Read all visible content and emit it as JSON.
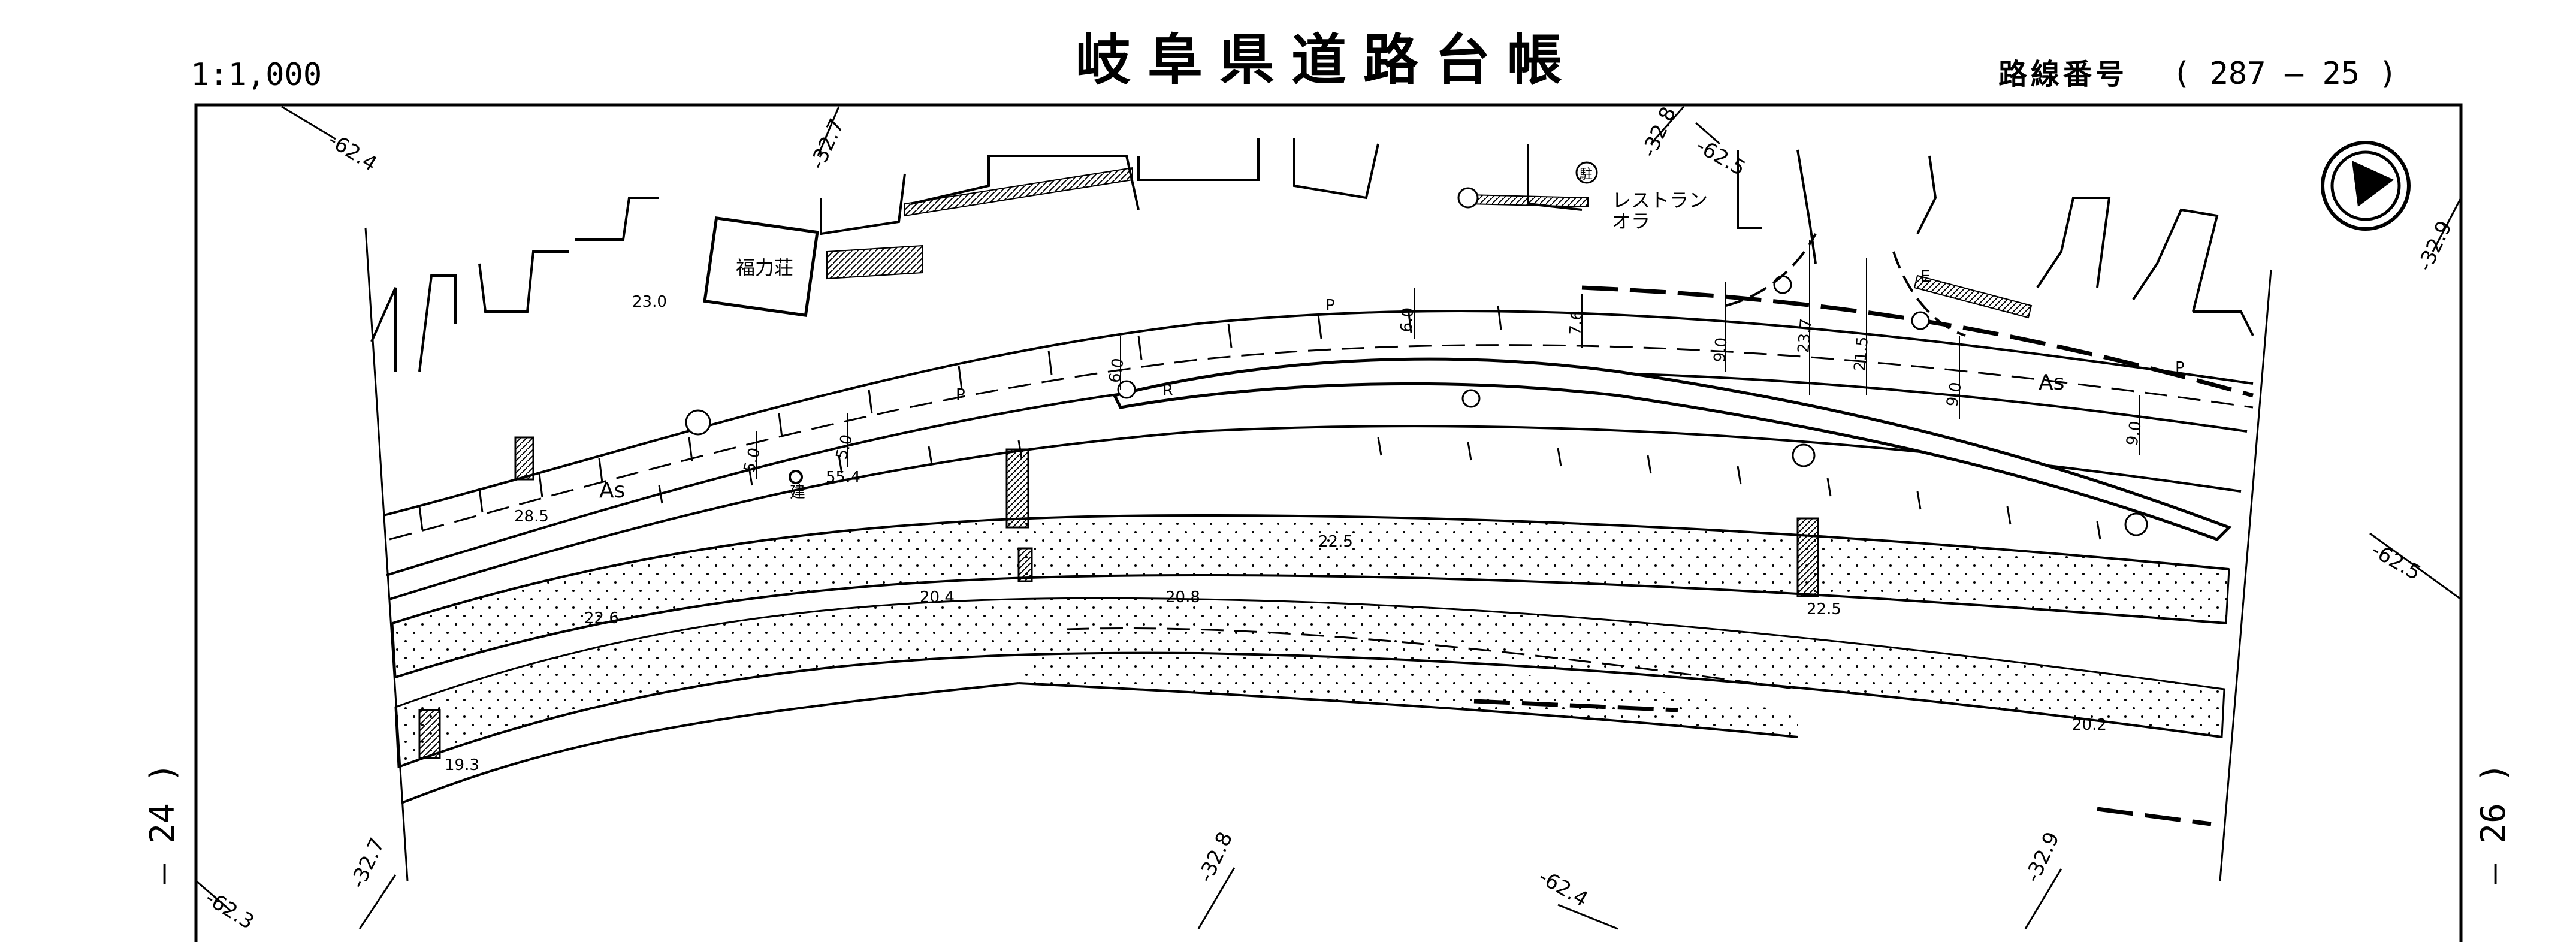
{
  "header": {
    "scale": "1:1,000",
    "title": "岐阜県道路台帳",
    "route_label": "路線番号",
    "route_value": "( 287 — 25 )"
  },
  "edges": {
    "left_neighbor": "— 24 )",
    "right_neighbor": "— 26 )"
  },
  "grid_labels": {
    "g1": "-62.4",
    "g2": "-32.7",
    "g3": "-32.8",
    "g4": "-62.5",
    "g5": "-32.9",
    "g6": "-62.5",
    "g7": "-62.3",
    "g8": "-32.7",
    "g9": "-32.8",
    "g10": "-62.4",
    "g11": "-32.9"
  },
  "buildings": {
    "fukuriki": "福力荘",
    "restaurant_line1": "レストラン",
    "restaurant_line2": "オラ",
    "parking_mark": "駐"
  },
  "road": {
    "as_left": "As",
    "as_right": "As",
    "p1": "P",
    "p2": "P",
    "p3": "P",
    "r": "R",
    "e": "E",
    "ken": "建"
  },
  "elevations": {
    "e230": "23.0",
    "e285": "28.5",
    "e554": "55.4",
    "e226": "22.6",
    "e204": "20.4",
    "e208": "20.8",
    "e225a": "22.5",
    "e225b": "22.5",
    "e202": "20.2",
    "e193": "19.3"
  },
  "widths": {
    "w50a": "5.0",
    "w50b": "5.0",
    "w60a": "6.0",
    "w60b": "6.0",
    "w76": "7.6",
    "w90a": "9.0",
    "w237": "23.7",
    "w215": "21.5",
    "w90b": "9.0",
    "w90c": "9.0"
  },
  "colors": {
    "ink": "#000000",
    "paper": "#ffffff"
  }
}
